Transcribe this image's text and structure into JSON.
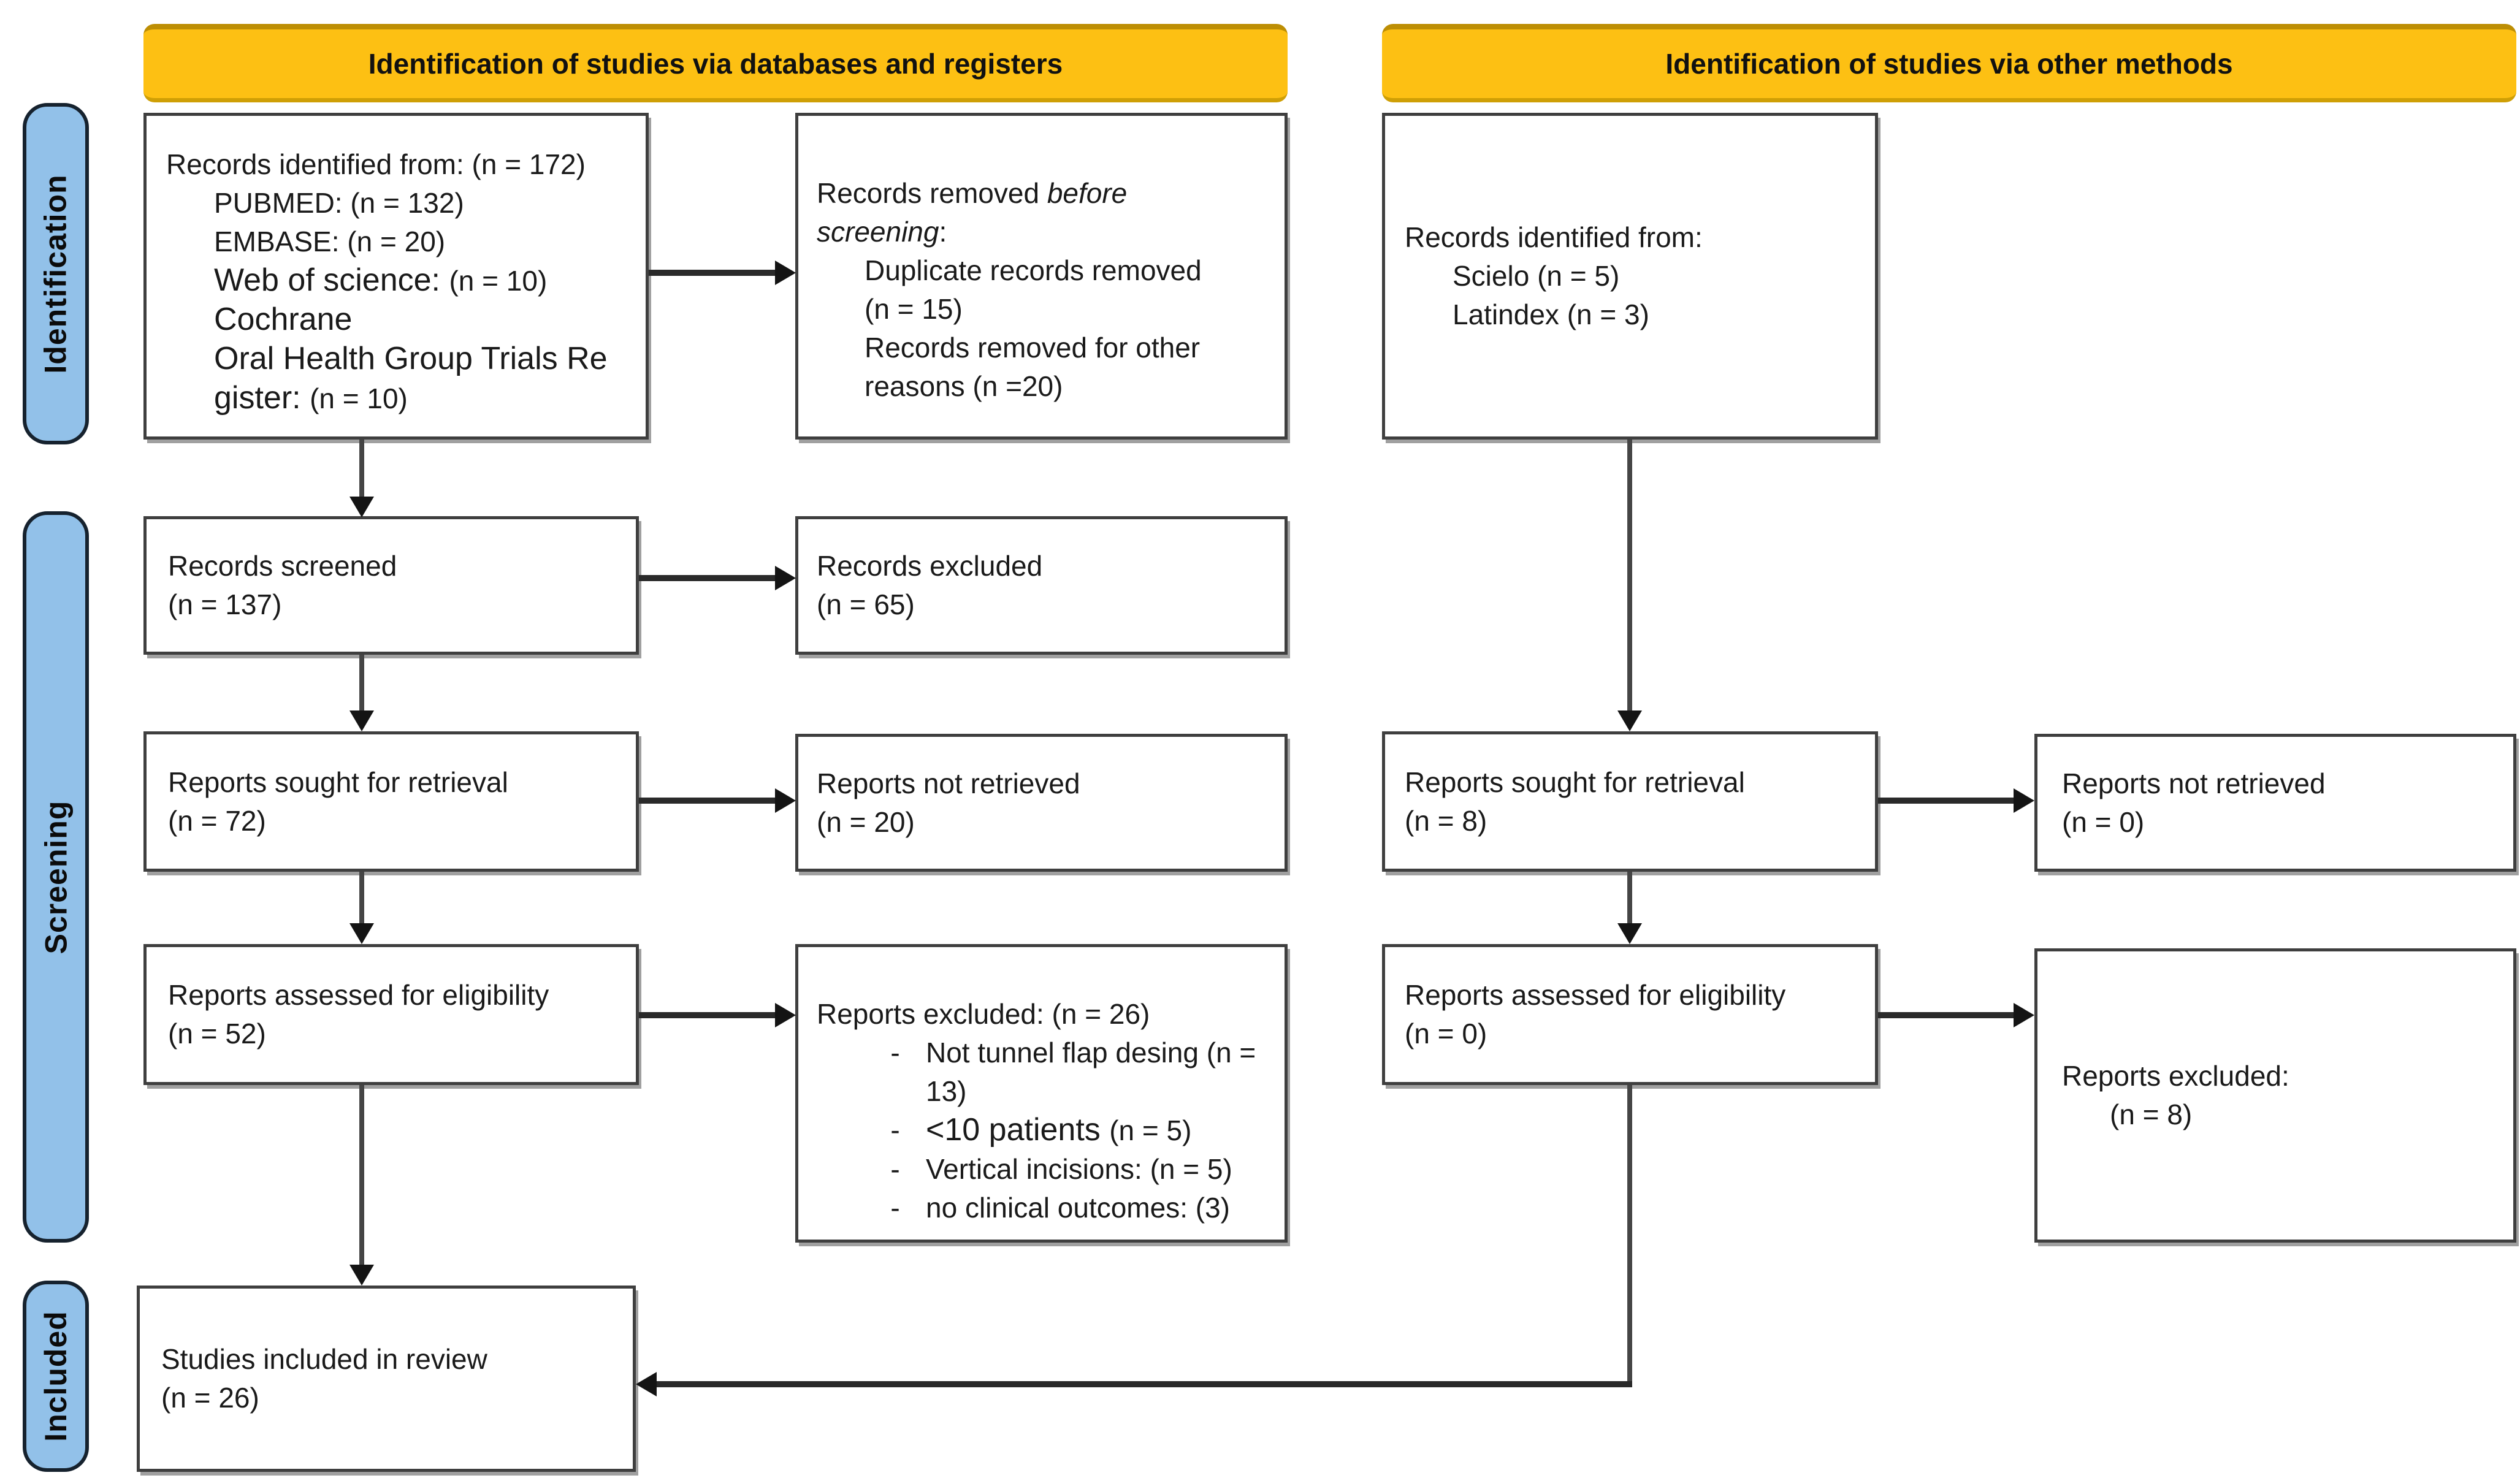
{
  "colors": {
    "banner_fill": "#FDC013",
    "banner_edge_dark": "#BD8E04",
    "sidebar_blue": "#92C1E9",
    "box_border": "#3F3F3F",
    "connector": "#2A2A2A",
    "text": "#1A1A1A"
  },
  "banners": {
    "databases": "Identification of studies via databases and registers",
    "other": "Identification of studies via other methods"
  },
  "sidebar": {
    "identification": "Identification",
    "screening": "Screening",
    "included": "Included"
  },
  "boxes": {
    "db_identified": {
      "lines": [
        {
          "seg": [
            {
              "t": "Records identified from: (n = 172)"
            }
          ]
        },
        {
          "ind": 1,
          "seg": [
            {
              "t": "PUBMED: (n = 132)"
            }
          ]
        },
        {
          "ind": 1,
          "seg": [
            {
              "t": "EMBASE: (n = 20)"
            }
          ]
        },
        {
          "ind": 1,
          "seg": [
            {
              "t": "Web of science: ",
              "big": true
            },
            {
              "t": "(n = 10)"
            }
          ]
        },
        {
          "ind": 1,
          "seg": [
            {
              "t": "Cochrane",
              "big": true
            }
          ]
        },
        {
          "ind": 1,
          "seg": [
            {
              "t": "Oral Health Group Trials Re",
              "big": true
            }
          ]
        },
        {
          "ind": 1,
          "seg": [
            {
              "t": "gister: ",
              "big": true
            },
            {
              "t": "(n = 10)"
            }
          ]
        }
      ]
    },
    "removed_before_screening": {
      "lines": [
        {
          "seg": [
            {
              "t": "Records removed "
            },
            {
              "t": "before",
              "it": true
            }
          ]
        },
        {
          "seg": [
            {
              "t": "screening",
              "it": true
            },
            {
              "t": ":"
            }
          ]
        },
        {
          "ind": 1,
          "seg": [
            {
              "t": "Duplicate records removed"
            }
          ]
        },
        {
          "ind": 1,
          "seg": [
            {
              "t": "(n = 15)"
            }
          ]
        },
        {
          "ind": 1,
          "seg": [
            {
              "t": "Records removed for other"
            }
          ]
        },
        {
          "ind": 1,
          "seg": [
            {
              "t": "reasons (n =20)"
            }
          ]
        }
      ]
    },
    "records_screened": {
      "lines": [
        {
          "seg": [
            {
              "t": "Records screened"
            }
          ]
        },
        {
          "seg": [
            {
              "t": "(n = 137)"
            }
          ]
        }
      ]
    },
    "records_excluded": {
      "lines": [
        {
          "seg": [
            {
              "t": "Records excluded"
            }
          ]
        },
        {
          "seg": [
            {
              "t": "(n = 65)"
            }
          ]
        }
      ]
    },
    "reports_sought_db": {
      "lines": [
        {
          "seg": [
            {
              "t": "Reports sought for retrieval"
            }
          ]
        },
        {
          "seg": [
            {
              "t": "(n = 72)"
            }
          ]
        }
      ]
    },
    "reports_not_retrieved_db": {
      "lines": [
        {
          "seg": [
            {
              "t": "Reports not retrieved"
            }
          ]
        },
        {
          "seg": [
            {
              "t": "(n = 20)"
            }
          ]
        }
      ]
    },
    "reports_assessed_db": {
      "lines": [
        {
          "seg": [
            {
              "t": "Reports assessed for eligibility"
            }
          ]
        },
        {
          "seg": [
            {
              "t": "(n = 52)"
            }
          ]
        }
      ]
    },
    "reports_excluded_db": {
      "lines": [
        {
          "seg": [
            {
              "t": "Reports excluded: (n = 26)"
            }
          ]
        },
        {
          "bullet": true,
          "seg": [
            {
              "t": "Not tunnel flap desing (n = 13)"
            }
          ]
        },
        {
          "bullet": true,
          "seg": [
            {
              "t": "<10 patients ",
              "big": true
            },
            {
              "t": "(n = 5)"
            }
          ]
        },
        {
          "bullet": true,
          "seg": [
            {
              "t": "Vertical incisions: (n = 5)"
            }
          ]
        },
        {
          "bullet": true,
          "seg": [
            {
              "t": "no clinical outcomes: (3)"
            }
          ]
        }
      ]
    },
    "studies_included": {
      "lines": [
        {
          "seg": [
            {
              "t": "Studies included in review"
            }
          ]
        },
        {
          "seg": [
            {
              "t": "(n = 26)"
            }
          ]
        }
      ]
    },
    "other_identified": {
      "lines": [
        {
          "seg": [
            {
              "t": "Records identified from:"
            }
          ]
        },
        {
          "ind": 1,
          "seg": [
            {
              "t": "Scielo (n = 5)"
            }
          ]
        },
        {
          "ind": 1,
          "seg": [
            {
              "t": "Latindex (n = 3)"
            }
          ]
        }
      ]
    },
    "reports_sought_other": {
      "lines": [
        {
          "seg": [
            {
              "t": "Reports sought for retrieval"
            }
          ]
        },
        {
          "seg": [
            {
              "t": "(n = 8)"
            }
          ]
        }
      ]
    },
    "reports_not_retrieved_other": {
      "lines": [
        {
          "seg": [
            {
              "t": "Reports not retrieved"
            }
          ]
        },
        {
          "seg": [
            {
              "t": "(n = 0)"
            }
          ]
        }
      ]
    },
    "reports_assessed_other": {
      "lines": [
        {
          "seg": [
            {
              "t": "Reports assessed for eligibility"
            }
          ]
        },
        {
          "seg": [
            {
              "t": "(n = 0)"
            }
          ]
        }
      ]
    },
    "reports_excluded_other": {
      "lines": [
        {
          "seg": [
            {
              "t": "Reports excluded:"
            }
          ]
        },
        {
          "ind": 1,
          "seg": [
            {
              "t": "(n = 8)"
            }
          ]
        }
      ]
    }
  }
}
